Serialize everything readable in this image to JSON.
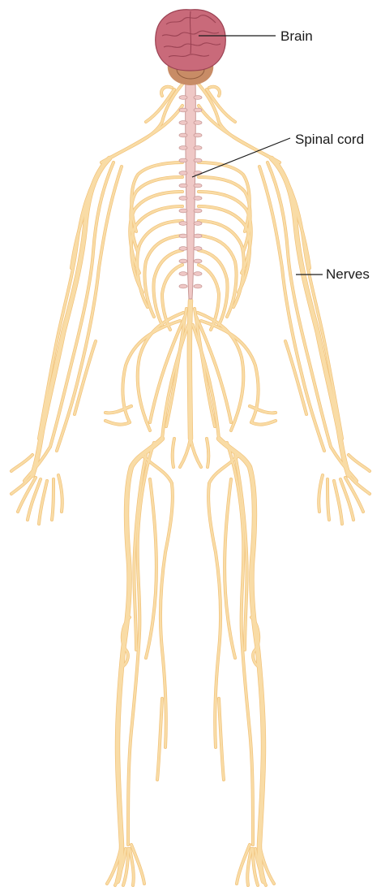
{
  "labels": {
    "brain": "Brain",
    "spinal_cord": "Spinal cord",
    "nerves": "Nerves"
  },
  "colors": {
    "nerve_fill": "#f9dca6",
    "nerve_outline": "#f1c27a",
    "brain": "#c96a7a",
    "brain_dark": "#9b4253",
    "brainstem": "#c88c66",
    "spinal_cord": "#efc8c6",
    "spinal_outline": "#c99a98",
    "leader_line": "#1a1a1a"
  }
}
